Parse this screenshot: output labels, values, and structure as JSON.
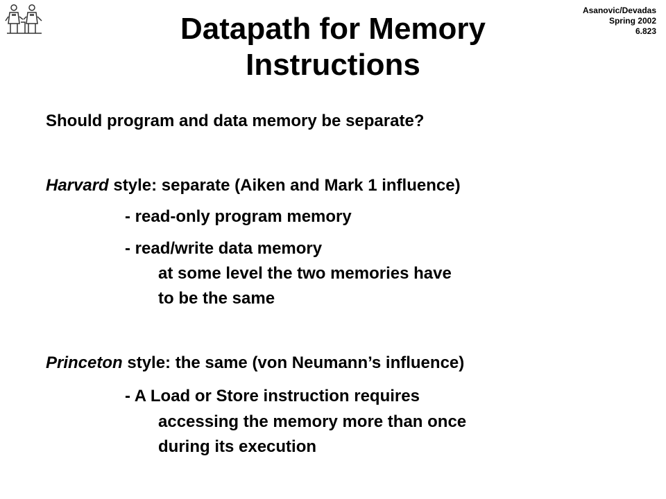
{
  "header": {
    "author": "Asanovic/Devadas",
    "term": "Spring 2002",
    "course": "6.823",
    "logo_icon": "mit-logo-icon"
  },
  "slide": {
    "title_line1": "Datapath for Memory",
    "title_line2": "Instructions",
    "question": "Should program and data memory be separate?",
    "harvard": {
      "name": "Harvard",
      "rest": " style: separate (Aiken and Mark 1 influence)",
      "bullet1": "- read-only program memory",
      "bullet2": "- read/write data memory",
      "bullet2_cont1": "at some level the two memories have",
      "bullet2_cont2": "to be the same"
    },
    "princeton": {
      "name": "Princeton",
      "rest": " style: the same (von Neumann’s influence)",
      "bullet1": "- A Load or Store instruction requires",
      "bullet1_cont1": "accessing the memory more than once",
      "bullet1_cont2": "during its execution"
    }
  }
}
